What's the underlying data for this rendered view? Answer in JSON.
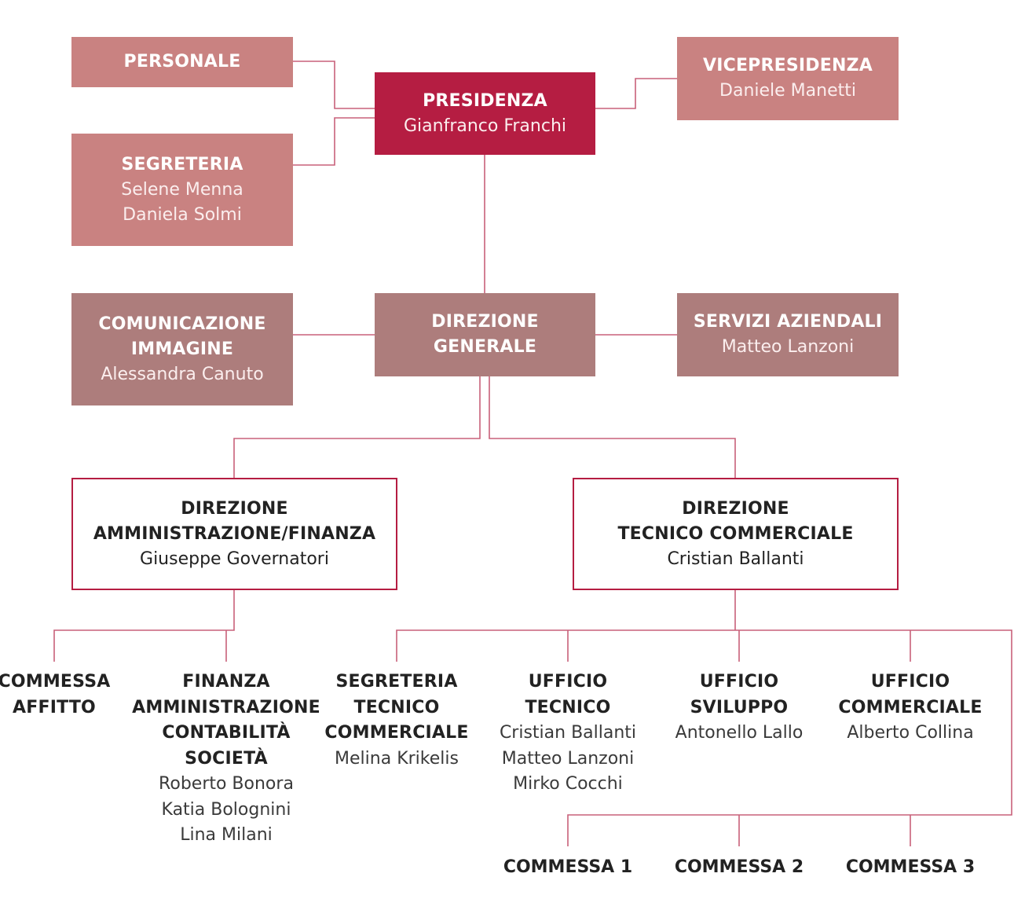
{
  "colors": {
    "presidenza": "#b51d42",
    "staff": "#c98281",
    "direzione_generale": "#ad7d7c",
    "outline": "#b51d42",
    "line": "#c8607a"
  },
  "presidenza": {
    "title": "PRESIDENZA",
    "name": "Gianfranco Franchi"
  },
  "personale": {
    "title": "PERSONALE"
  },
  "segreteria": {
    "title": "SEGRETERIA",
    "names": [
      "Selene Menna",
      "Daniela Solmi"
    ]
  },
  "vicepresidenza": {
    "title": "VICEPRESIDENZA",
    "name": "Daniele Manetti"
  },
  "comunicazione": {
    "title_lines": [
      "COMUNICAZIONE",
      "IMMAGINE"
    ],
    "name": "Alessandra Canuto"
  },
  "direzione_generale": {
    "title_lines": [
      "DIREZIONE",
      "GENERALE"
    ]
  },
  "servizi_aziendali": {
    "title": "SERVIZI AZIENDALI",
    "name": "Matteo Lanzoni"
  },
  "dir_amministrazione": {
    "title_lines": [
      "DIREZIONE",
      "AMMINISTRAZIONE/FINANZA"
    ],
    "name": "Giuseppe Governatori"
  },
  "dir_tecnico": {
    "title_lines": [
      "DIREZIONE",
      "TECNICO COMMERCIALE"
    ],
    "name": "Cristian Ballanti"
  },
  "leaves": {
    "commessa_affitto": {
      "title_lines": [
        "COMMESSA",
        "AFFITTO"
      ]
    },
    "finanza": {
      "title_lines": [
        "FINANZA",
        "AMMINISTRAZIONE",
        "CONTABILITÀ",
        "SOCIETÀ"
      ],
      "names": [
        "Roberto Bonora",
        "Katia Bolognini",
        "Lina Milani"
      ]
    },
    "segreteria_tecnico": {
      "title_lines": [
        "SEGRETERIA",
        "TECNICO",
        "COMMERCIALE"
      ],
      "names": [
        "Melina Krikelis"
      ]
    },
    "ufficio_tecnico": {
      "title_lines": [
        "UFFICIO",
        "TECNICO"
      ],
      "names": [
        "Cristian Ballanti",
        "Matteo Lanzoni",
        "Mirko Cocchi"
      ]
    },
    "ufficio_sviluppo": {
      "title_lines": [
        "UFFICIO",
        "SVILUPPO"
      ],
      "names": [
        "Antonello Lallo"
      ]
    },
    "ufficio_commerciale": {
      "title_lines": [
        "UFFICIO",
        "COMMERCIALE"
      ],
      "names": [
        "Alberto Collina"
      ]
    }
  },
  "commesse": [
    "COMMESSA 1",
    "COMMESSA 2",
    "COMMESSA 3"
  ]
}
